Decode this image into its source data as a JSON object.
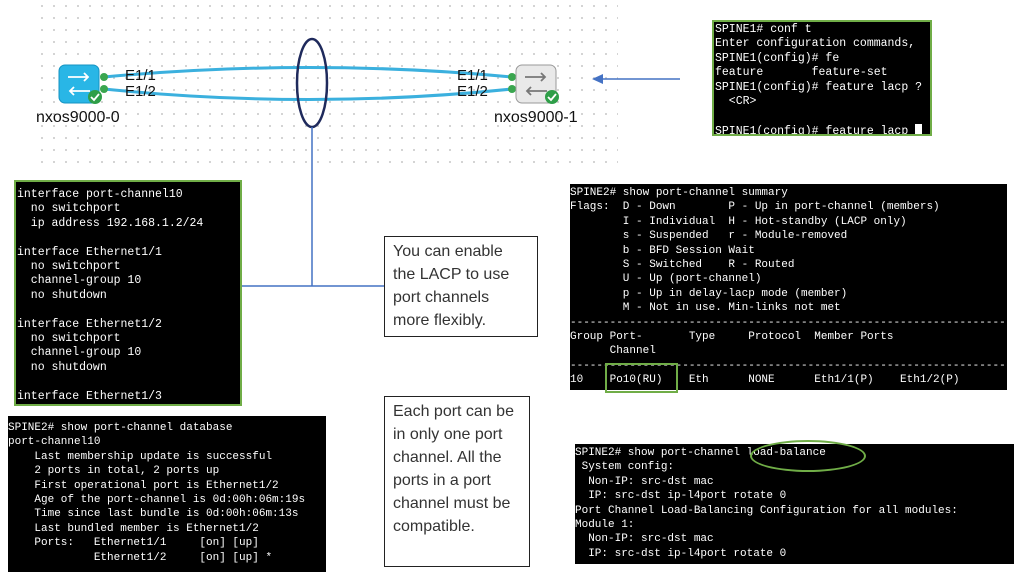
{
  "topology": {
    "left_switch_name": "nxos9000-0",
    "right_switch_name": "nxos9000-1",
    "left_ports": [
      "E1/1",
      "E1/2"
    ],
    "right_ports": [
      "E1/1",
      "E1/2"
    ]
  },
  "terminals": {
    "feature_lacp": [
      "SPINE1# conf t",
      "Enter configuration commands,",
      "SPINE1(config)# fe",
      "feature       feature-set",
      "SPINE1(config)# feature lacp ?",
      "  <CR>",
      "",
      "SPINE1(config)# feature lacp "
    ],
    "interface_config": [
      "interface port-channel10",
      "  no switchport",
      "  ip address 192.168.1.2/24",
      "",
      "interface Ethernet1/1",
      "  no switchport",
      "  channel-group 10",
      "  no shutdown",
      "",
      "interface Ethernet1/2",
      "  no switchport",
      "  channel-group 10",
      "  no shutdown",
      "",
      "interface Ethernet1/3"
    ],
    "summary": [
      "SPINE2# show port-channel summary",
      "Flags:  D - Down        P - Up in port-channel (members)",
      "        I - Individual  H - Hot-standby (LACP only)",
      "        s - Suspended   r - Module-removed",
      "        b - BFD Session Wait",
      "        S - Switched    R - Routed",
      "        U - Up (port-channel)",
      "        p - Up in delay-lacp mode (member)",
      "        M - Not in use. Min-links not met",
      "--------------------------------------------------------------------------------",
      "Group Port-       Type     Protocol  Member Ports",
      "      Channel",
      "--------------------------------------------------------------------------------",
      "10    Po10(RU)    Eth      NONE      Eth1/1(P)    Eth1/2(P)"
    ],
    "database": [
      "SPINE2# show port-channel database",
      "port-channel10",
      "    Last membership update is successful",
      "    2 ports in total, 2 ports up",
      "    First operational port is Ethernet1/2",
      "    Age of the port-channel is 0d:00h:06m:19s",
      "    Time since last bundle is 0d:00h:06m:13s",
      "    Last bundled member is Ethernet1/2",
      "    Ports:   Ethernet1/1     [on] [up]",
      "             Ethernet1/2     [on] [up] *"
    ],
    "load_balance": [
      "SPINE2# show port-channel load-balance",
      " System config:",
      "  Non-IP: src-dst mac",
      "  IP: src-dst ip-l4port rotate 0",
      "Port Channel Load-Balancing Configuration for all modules:",
      "Module 1:",
      "  Non-IP: src-dst mac",
      "  IP: src-dst ip-l4port rotate 0"
    ]
  },
  "callouts": {
    "lacp": "You can enable the LACP to use port channels more flexibly.",
    "compat": "Each port can be in only one port channel. All the ports in a port channel must be compatible."
  },
  "colors": {
    "link": "#3bb0de",
    "highlight": "#70ad47",
    "connector": "#4472c4",
    "switch_body": "#29b6e6"
  },
  "icons": [
    "switch-icon",
    "check-icon",
    "arrow-left-icon"
  ]
}
